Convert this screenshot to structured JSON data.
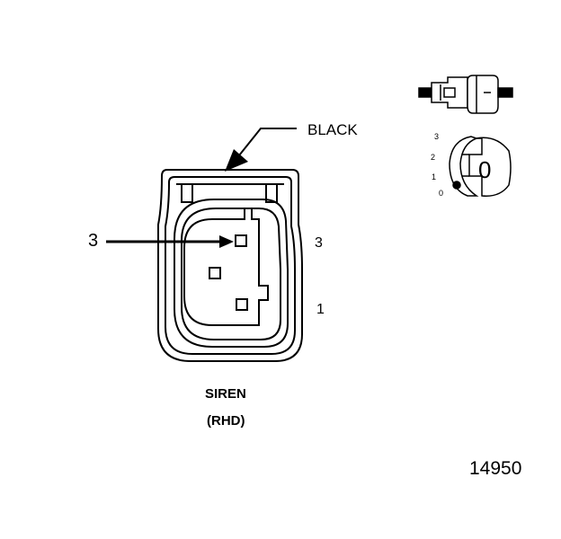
{
  "diagram": {
    "color_label": "BLACK",
    "pin_callout": "3",
    "side_labels": {
      "top": "3",
      "bottom": "1"
    },
    "title": "SIREN",
    "subtitle": "(RHD)",
    "figure_number": "14950"
  },
  "key_inset": {
    "positions": [
      "3",
      "2",
      "1",
      "0"
    ],
    "key_label": "0"
  }
}
